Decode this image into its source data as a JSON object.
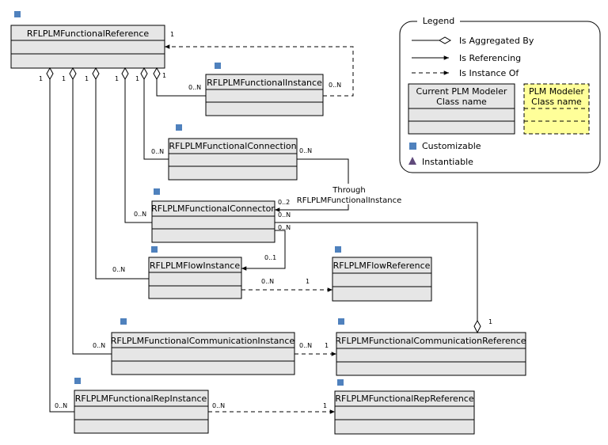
{
  "classes": {
    "functional_reference": {
      "name": "RFLPLMFunctionalReference"
    },
    "functional_instance": {
      "name": "RFLPLMFunctionalInstance"
    },
    "functional_connection": {
      "name": "RFLPLMFunctionalConnection"
    },
    "functional_connector": {
      "name": "RFLPLMFunctionalConnector"
    },
    "flow_instance": {
      "name": "RFLPLMFlowInstance"
    },
    "flow_reference": {
      "name": "RFLPLMFlowReference"
    },
    "communication_instance": {
      "name": "RFLPLMFunctionalCommunicationInstance"
    },
    "communication_reference": {
      "name": "RFLPLMFunctionalCommunicationReference"
    },
    "rep_instance": {
      "name": "RFLPLMFunctionalRepInstance"
    },
    "rep_reference": {
      "name": "RFLPLMFunctionalRepReference"
    }
  },
  "multiplicities": {
    "one": "1",
    "zero_n": "0..N",
    "zero_two": "0..2",
    "zero_one": "0..1"
  },
  "notes": {
    "through_line1": "Through",
    "through_line2": "RFLPLMFunctionalInstance"
  },
  "legend": {
    "title": "Legend",
    "aggregated": "Is Aggregated By",
    "referencing": "Is Referencing",
    "instance_of": "Is Instance Of",
    "current_class_line1": "Current PLM Modeler",
    "current_class_line2": "Class name",
    "plm_class_line1": "PLM  Modeler",
    "plm_class_line2": "Class name",
    "customizable": "Customizable",
    "instantiable": "Instantiable"
  },
  "colors": {
    "class_fill": "#e6e6e6",
    "customizable_marker": "#4f81bd",
    "instantiable_marker": "#604a7b",
    "plm_class_fill": "#ffff99"
  }
}
